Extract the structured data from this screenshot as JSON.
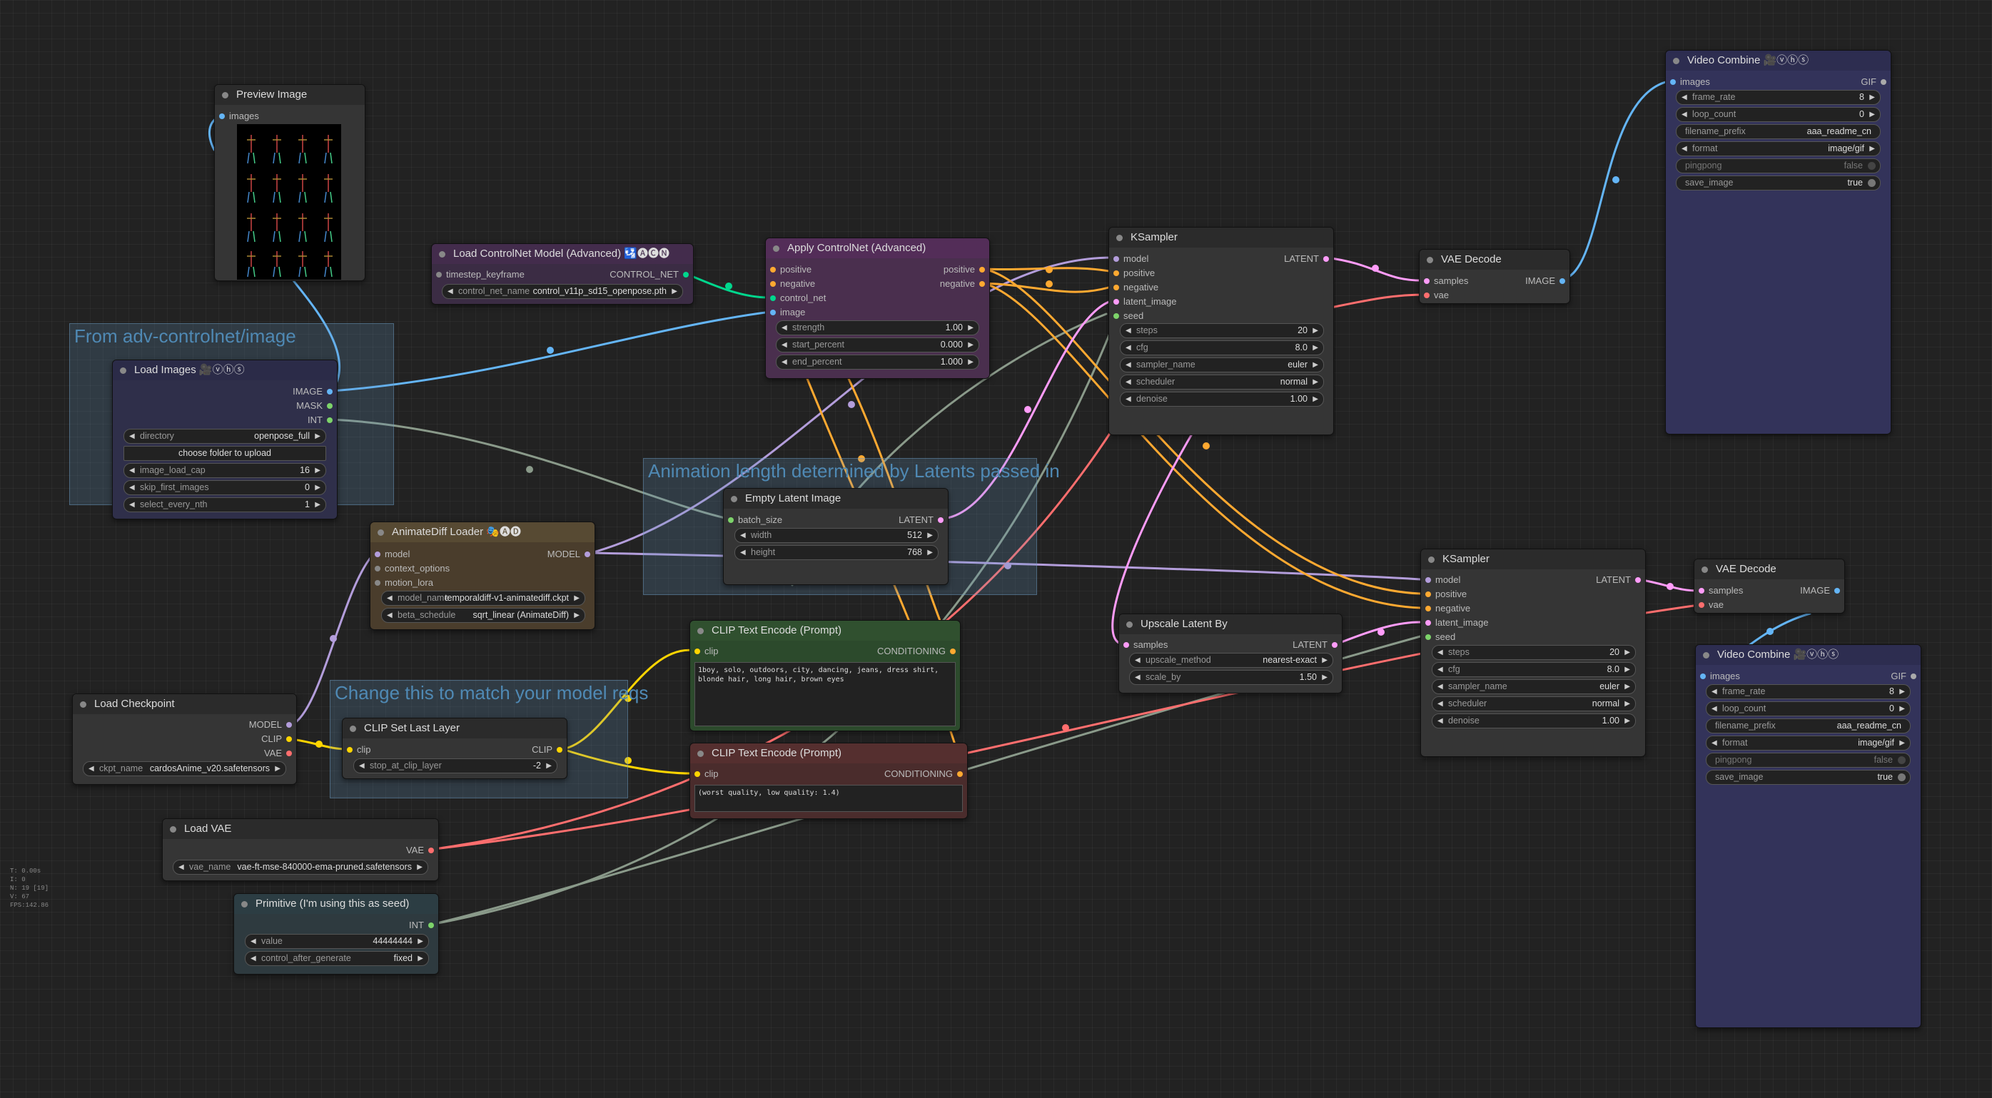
{
  "colors": {
    "image": "#64b5f6",
    "int": "#7dd36a",
    "model": "#b39ddb",
    "clip": "#ffd500",
    "vae": "#ff6e6e",
    "conditioning": "#ffa931",
    "latent": "#ff9cf9",
    "control_net": "#00d78d",
    "wire_gray": "#8a9a8a"
  },
  "groups": {
    "adv": "From adv-controlnet/image",
    "anim": "Animation length determined by Latents passed in",
    "change": "Change this to match your model reqs"
  },
  "preview": {
    "title": "Preview Image",
    "in_images": "images"
  },
  "load_images": {
    "title": "Load Images 🎥ⓥⓗⓢ",
    "out_image": "IMAGE",
    "out_mask": "MASK",
    "out_int": "INT",
    "w_directory": {
      "label": "directory",
      "value": "openpose_full"
    },
    "btn_upload": "choose folder to upload",
    "w_cap": {
      "label": "image_load_cap",
      "value": "16"
    },
    "w_skip": {
      "label": "skip_first_images",
      "value": "0"
    },
    "w_nth": {
      "label": "select_every_nth",
      "value": "1"
    }
  },
  "controlnet_loader": {
    "title": "Load ControlNet Model (Advanced) 🛂🅐🅒🅝",
    "in_timestep": "timestep_keyframe",
    "out": "CONTROL_NET",
    "w_name": {
      "label": "control_net_name",
      "value": "control_v11p_sd15_openpose.pth"
    }
  },
  "apply_controlnet": {
    "title": "Apply ControlNet (Advanced)",
    "in_positive": "positive",
    "in_negative": "negative",
    "in_control_net": "control_net",
    "in_image": "image",
    "out_positive": "positive",
    "out_negative": "negative",
    "w_strength": {
      "label": "strength",
      "value": "1.00"
    },
    "w_start": {
      "label": "start_percent",
      "value": "0.000"
    },
    "w_end": {
      "label": "end_percent",
      "value": "1.000"
    }
  },
  "ksampler1": {
    "title": "KSampler",
    "in_model": "model",
    "in_positive": "positive",
    "in_negative": "negative",
    "in_latent": "latent_image",
    "in_seed": "seed",
    "out_latent": "LATENT",
    "w_steps": {
      "label": "steps",
      "value": "20"
    },
    "w_cfg": {
      "label": "cfg",
      "value": "8.0"
    },
    "w_sampler": {
      "label": "sampler_name",
      "value": "euler"
    },
    "w_scheduler": {
      "label": "scheduler",
      "value": "normal"
    },
    "w_denoise": {
      "label": "denoise",
      "value": "1.00"
    }
  },
  "vae_decode1": {
    "title": "VAE Decode",
    "in_samples": "samples",
    "in_vae": "vae",
    "out_image": "IMAGE"
  },
  "video_combine1": {
    "title": "Video Combine 🎥ⓥⓗⓢ",
    "in_images": "images",
    "out_gif": "GIF",
    "w_frame_rate": {
      "label": "frame_rate",
      "value": "8"
    },
    "w_loop": {
      "label": "loop_count",
      "value": "0"
    },
    "w_prefix": {
      "label": "filename_prefix",
      "value": "aaa_readme_cn"
    },
    "w_format": {
      "label": "format",
      "value": "image/gif"
    },
    "w_pingpong": {
      "label": "pingpong",
      "value": "false"
    },
    "w_save": {
      "label": "save_image",
      "value": "true"
    }
  },
  "empty_latent": {
    "title": "Empty Latent Image",
    "in_batch": "batch_size",
    "out_latent": "LATENT",
    "w_width": {
      "label": "width",
      "value": "512"
    },
    "w_height": {
      "label": "height",
      "value": "768"
    }
  },
  "animatediff": {
    "title": "AnimateDiff Loader 🎭🅐🅓",
    "in_model": "model",
    "in_context": "context_options",
    "in_motion": "motion_lora",
    "out_model": "MODEL",
    "w_model": {
      "label": "model_name",
      "value": "temporaldiff-v1-animatediff.ckpt"
    },
    "w_beta": {
      "label": "beta_schedule",
      "value": "sqrt_linear (AnimateDiff)"
    }
  },
  "clip_pos": {
    "title": "CLIP Text Encode (Prompt)",
    "in_clip": "clip",
    "out": "CONDITIONING",
    "text": "1boy, solo, outdoors, city, dancing, jeans, dress shirt, blonde hair, long hair, brown eyes"
  },
  "clip_neg": {
    "title": "CLIP Text Encode (Prompt)",
    "in_clip": "clip",
    "out": "CONDITIONING",
    "text": "(worst quality, low quality: 1.4)"
  },
  "upscale": {
    "title": "Upscale Latent By",
    "in_samples": "samples",
    "out_latent": "LATENT",
    "w_method": {
      "label": "upscale_method",
      "value": "nearest-exact"
    },
    "w_scale": {
      "label": "scale_by",
      "value": "1.50"
    }
  },
  "ksampler2": {
    "title": "KSampler",
    "in_model": "model",
    "in_positive": "positive",
    "in_negative": "negative",
    "in_latent": "latent_image",
    "in_seed": "seed",
    "out_latent": "LATENT",
    "w_steps": {
      "label": "steps",
      "value": "20"
    },
    "w_cfg": {
      "label": "cfg",
      "value": "8.0"
    },
    "w_sampler": {
      "label": "sampler_name",
      "value": "euler"
    },
    "w_scheduler": {
      "label": "scheduler",
      "value": "normal"
    },
    "w_denoise": {
      "label": "denoise",
      "value": "1.00"
    }
  },
  "vae_decode2": {
    "title": "VAE Decode",
    "in_samples": "samples",
    "in_vae": "vae",
    "out_image": "IMAGE"
  },
  "video_combine2": {
    "title": "Video Combine 🎥ⓥⓗⓢ",
    "in_images": "images",
    "out_gif": "GIF",
    "w_frame_rate": {
      "label": "frame_rate",
      "value": "8"
    },
    "w_loop": {
      "label": "loop_count",
      "value": "0"
    },
    "w_prefix": {
      "label": "filename_prefix",
      "value": "aaa_readme_cn"
    },
    "w_format": {
      "label": "format",
      "value": "image/gif"
    },
    "w_pingpong": {
      "label": "pingpong",
      "value": "false"
    },
    "w_save": {
      "label": "save_image",
      "value": "true"
    }
  },
  "load_checkpoint": {
    "title": "Load Checkpoint",
    "out_model": "MODEL",
    "out_clip": "CLIP",
    "out_vae": "VAE",
    "w_ckpt": {
      "label": "ckpt_name",
      "value": "cardosAnime_v20.safetensors"
    }
  },
  "clip_skip": {
    "title": "CLIP Set Last Layer",
    "in_clip": "clip",
    "out_clip": "CLIP",
    "w_stop": {
      "label": "stop_at_clip_layer",
      "value": "-2"
    }
  },
  "load_vae": {
    "title": "Load VAE",
    "out_vae": "VAE",
    "w_name": {
      "label": "vae_name",
      "value": "vae-ft-mse-840000-ema-pruned.safetensors"
    }
  },
  "primitive": {
    "title": "Primitive (I'm using this as seed)",
    "out_int": "INT",
    "w_value": {
      "label": "value",
      "value": "44444444"
    },
    "w_control": {
      "label": "control_after_generate",
      "value": "fixed"
    }
  },
  "stats": {
    "t": "T: 0.00s",
    "i": "I: 0",
    "n": "N: 19 [19]",
    "v": "V: 67",
    "fps": "FPS:142.86"
  }
}
